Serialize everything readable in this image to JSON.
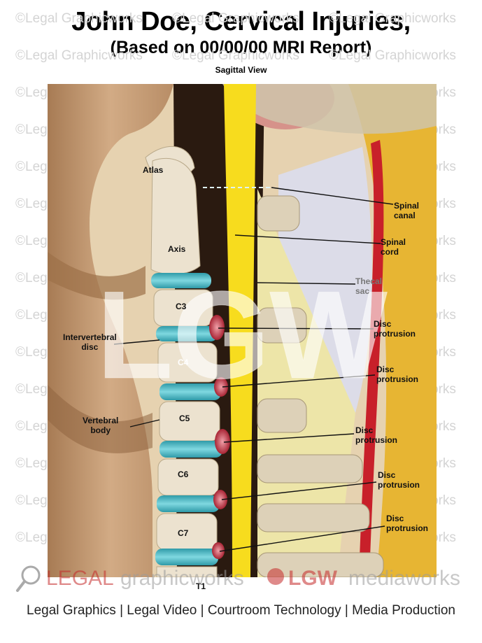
{
  "header": {
    "title": "John Doe, Cervical Injuries,",
    "subtitle": "(Based on 00/00/00 MRI Report)",
    "view": "Sagittal View"
  },
  "watermark": {
    "text": "©Legal Graphicworks",
    "logo": "LGW"
  },
  "labels": {
    "atlas": "Atlas",
    "axis": "Axis",
    "c3": "C3",
    "c4": "C4",
    "c5": "C5",
    "c6": "C6",
    "c7": "C7",
    "t1": "T1",
    "intervertebral_1": "Intervertebral",
    "intervertebral_2": "disc",
    "vertebral_1": "Vertebral",
    "vertebral_2": "body",
    "spinal_canal_1": "Spinal",
    "spinal_canal_2": "canal",
    "spinal_cord_1": "Spinal",
    "spinal_cord_2": "cord",
    "thecal_1": "Thecal",
    "thecal_2": "sac",
    "disc_protrusion_1": "Disc",
    "disc_protrusion_2": "protrusion"
  },
  "footer": {
    "brand_legal": "LEGAL",
    "brand_graphicworks": "graphicworks",
    "brand_lgw": "LGW",
    "brand_mediaworks": "mediaworks",
    "tagline": "Legal Graphics | Legal Video | Courtroom Technology | Media Production"
  },
  "colors": {
    "skin": "#c8a07a",
    "bone": "#ece2cf",
    "disc": "#5cc4cf",
    "cord": "#f7dc1e",
    "protrusion": "#c23a48",
    "muscle_red": "#c8202a",
    "fat_yellow": "#e7b533",
    "brand_red": "#c42a2a"
  }
}
